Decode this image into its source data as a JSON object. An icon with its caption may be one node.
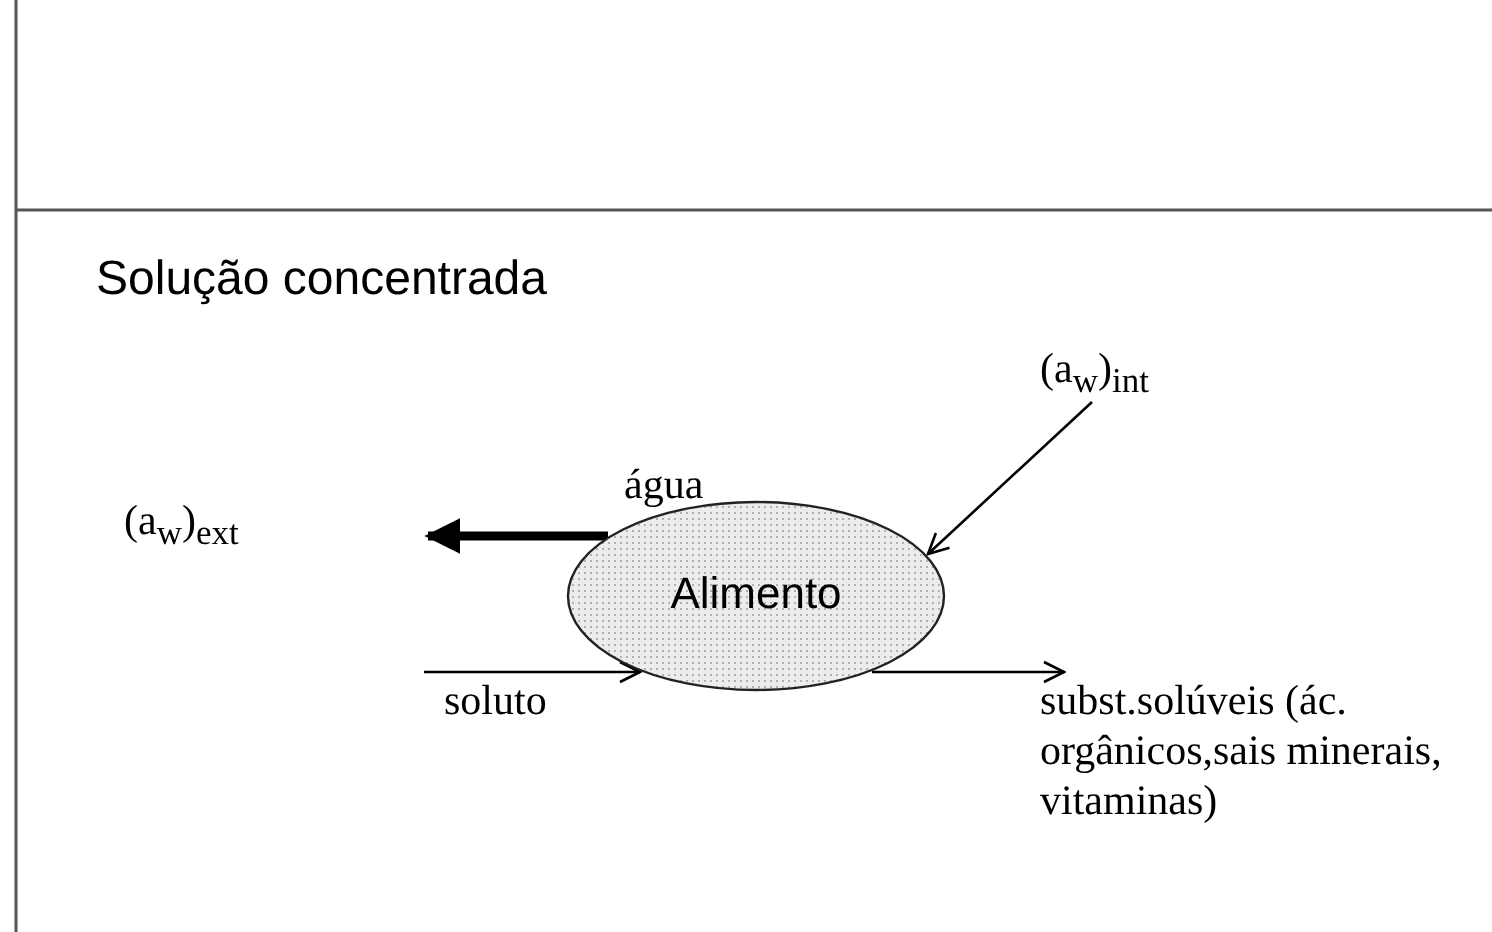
{
  "diagram": {
    "title": "Solução concentrada",
    "nodes": [
      {
        "text": [
          "Alimento"
        ]
      },
      {
        "text": [
          "(a$_{w}$)$_{int}$"
        ]
      }
    ],
    "edges": [
      {
        "from": 1,
        "to": 0,
        "arrow": "to"
      },
      {
        "from": 0,
        "to": null,
        "arrow": "to",
        "label": "água",
        "style": "thick"
      },
      {
        "from": null,
        "to": 0,
        "arrow": "to",
        "label": "soluto"
      },
      {
        "from": 0,
        "to": null,
        "arrow": "to",
        "label": "subst.solúveis (ác. orgânicos,sais minerais, vitaminas)"
      }
    ],
    "labels": [
      "(a$_{w}$)$_{ext}$"
    ]
  }
}
